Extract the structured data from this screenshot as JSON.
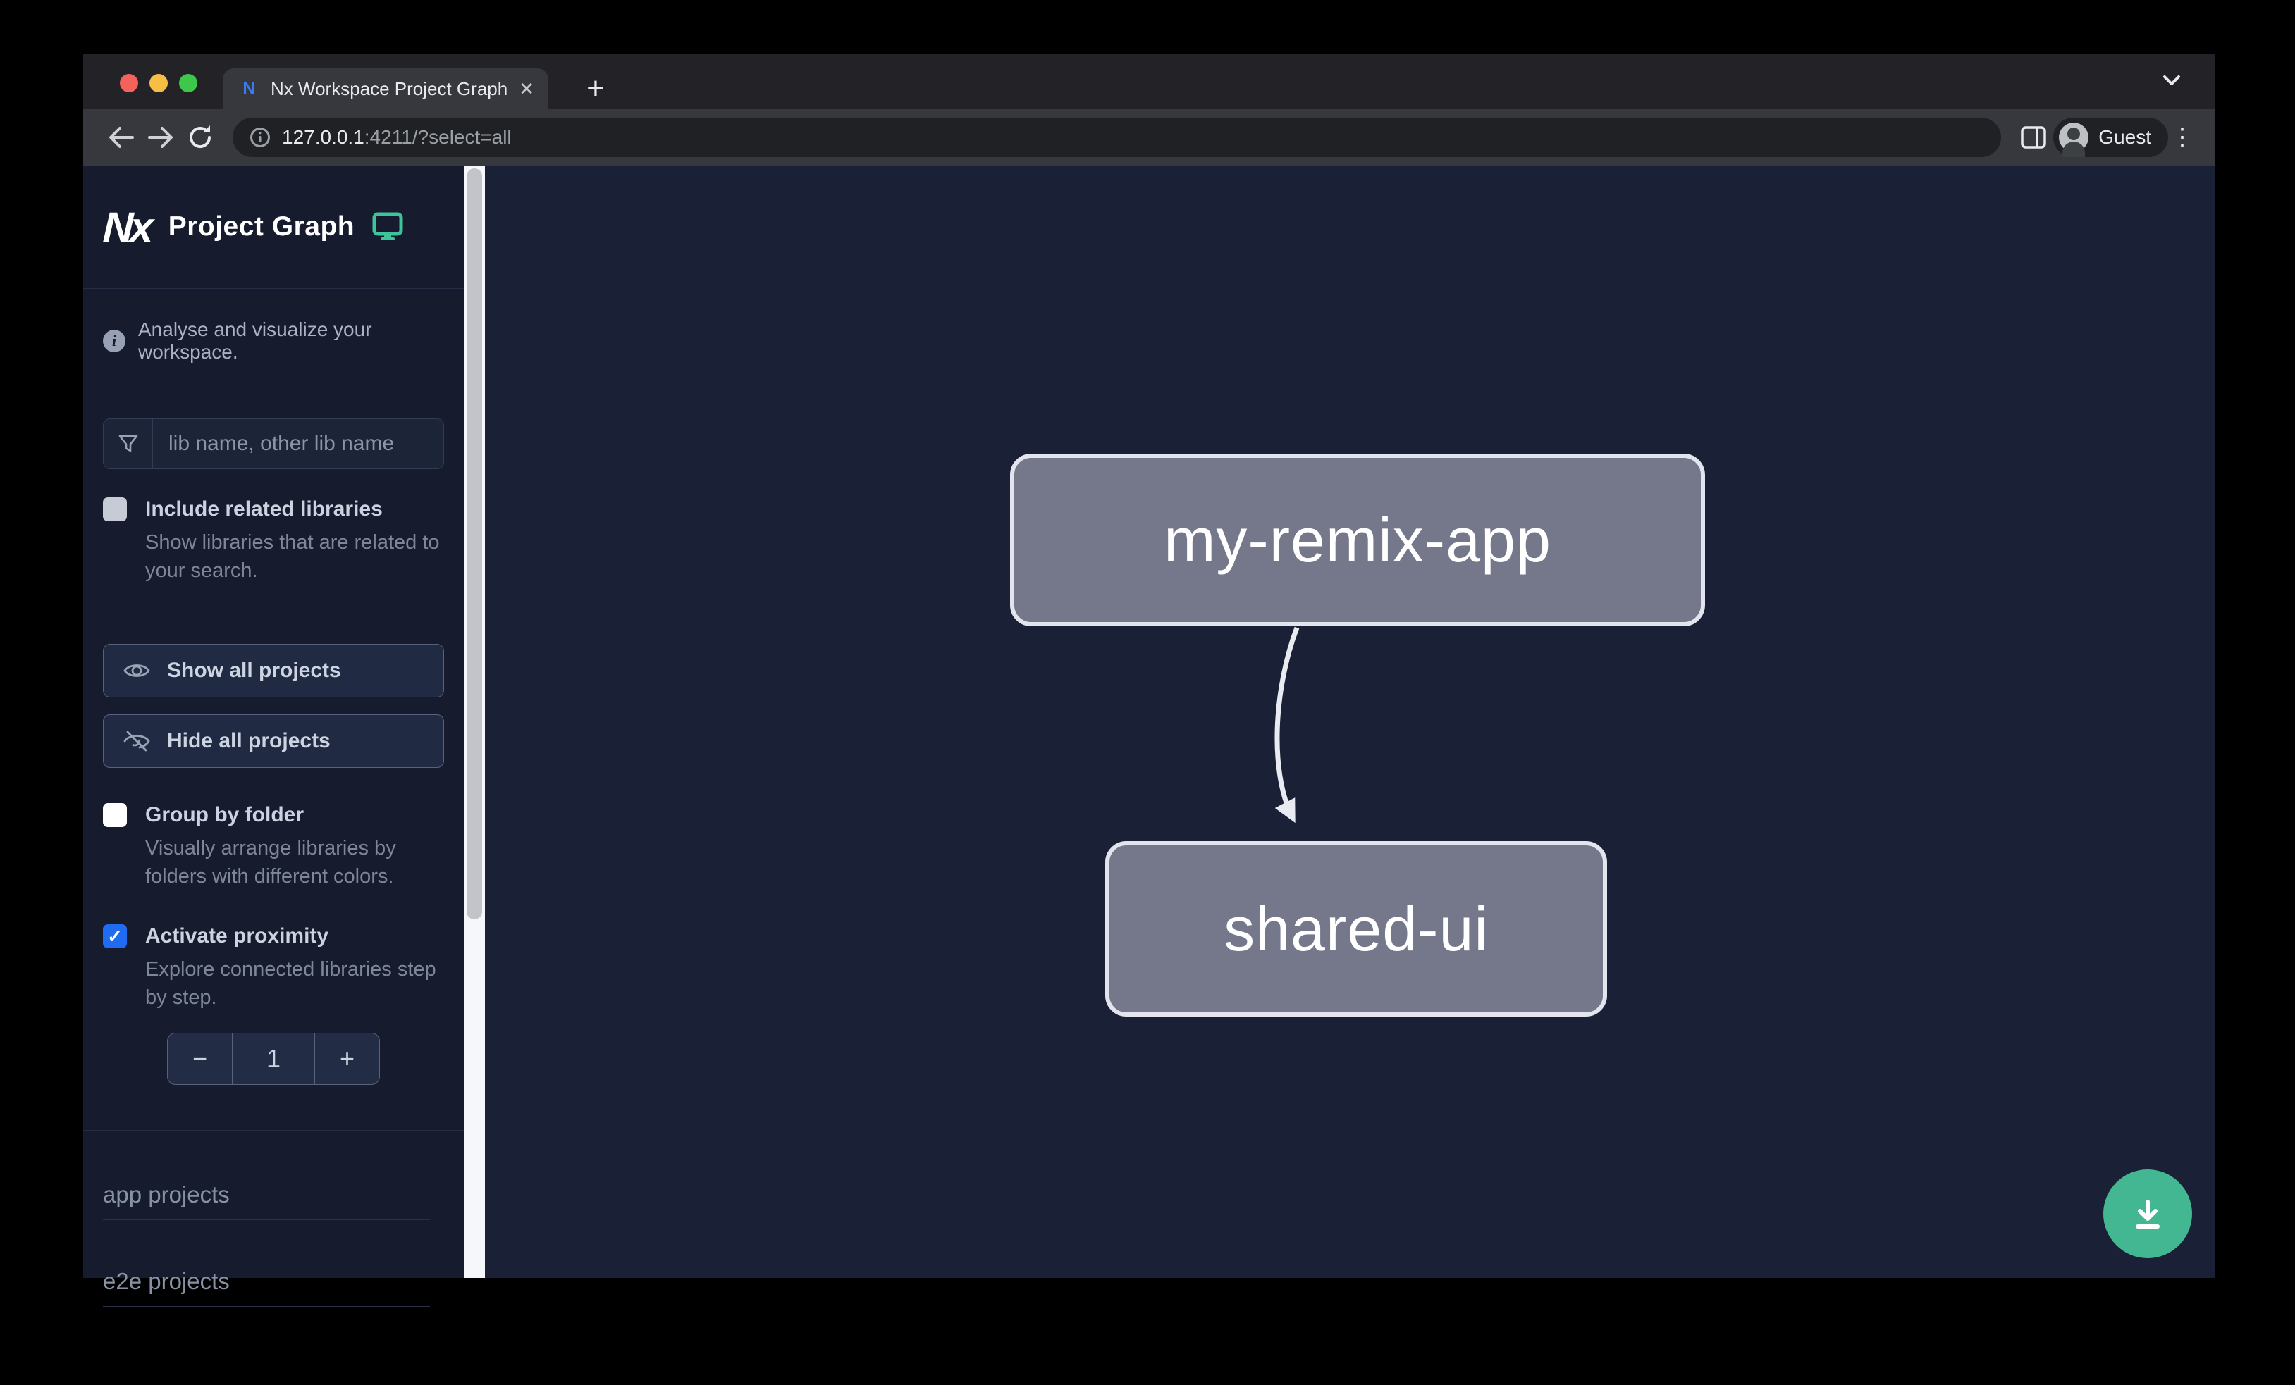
{
  "browser": {
    "tab": {
      "title": "Nx Workspace Project Graph",
      "close_glyph": "✕"
    },
    "new_tab_glyph": "+",
    "menu_glyph": "⋮",
    "url": {
      "host": "127.0.0.1",
      "rest": ":4211/?select=all"
    },
    "profile": {
      "label": "Guest"
    }
  },
  "sidebar": {
    "logo_text": "Nx",
    "title": "Project Graph",
    "tagline": "Analyse and visualize your workspace.",
    "search": {
      "placeholder": "lib name, other lib name"
    },
    "include_related": {
      "label": "Include related libraries",
      "description": "Show libraries that are related to your search.",
      "checked": false
    },
    "show_all_label": "Show all projects",
    "hide_all_label": "Hide all projects",
    "group_by_folder": {
      "label": "Group by folder",
      "description": "Visually arrange libraries by folders with different colors.",
      "checked": false
    },
    "proximity": {
      "label": "Activate proximity",
      "description": "Explore connected libraries step by step.",
      "checked": true,
      "value": "1",
      "decrement_glyph": "−",
      "increment_glyph": "+",
      "check_glyph": "✓"
    },
    "sections": [
      {
        "label": "app projects"
      },
      {
        "label": "e2e projects"
      }
    ]
  },
  "graph": {
    "nodes": [
      {
        "label": "my-remix-app"
      },
      {
        "label": "shared-ui"
      }
    ],
    "edges": [
      {
        "from": "my-remix-app",
        "to": "shared-ui"
      }
    ]
  },
  "colors": {
    "accent_green": "#3fc39b",
    "fab_green": "#43b791",
    "checkbox_blue": "#1f6bf1",
    "node_fill": "#75778a",
    "node_border": "#e2e4ee",
    "canvas_bg": "#1a2035",
    "sidebar_bg": "#161b2e"
  }
}
